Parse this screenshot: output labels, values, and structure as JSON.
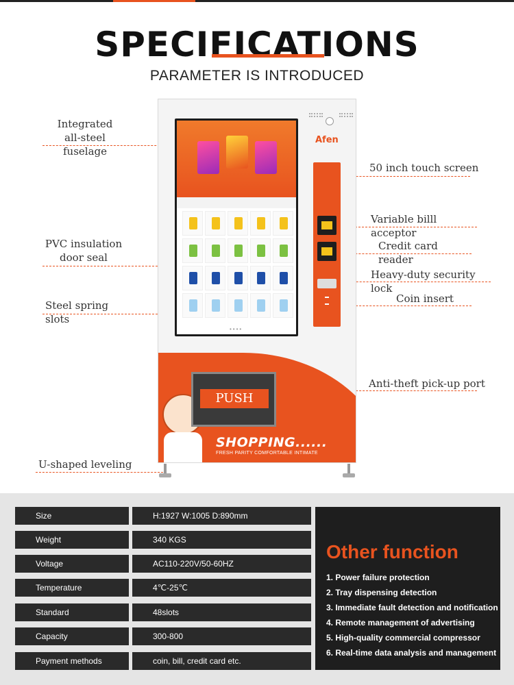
{
  "header": {
    "title": "SPECIFICATIONS",
    "subtitle": "PARAMETER IS INTRODUCED"
  },
  "machine": {
    "brand": "Afen",
    "push_label": "PUSH",
    "shopping_label": "SHOPPING......",
    "tagline": "FRESH PARITY  COMFORTABLE  INTIMATE"
  },
  "left_labels": [
    "Integrated\nall-steel fuselage",
    "PVC insulation\ndoor seal",
    "Steel spring slots",
    "U-shaped leveling"
  ],
  "right_labels": [
    "50 inch touch screen",
    "Variable billl acceptor",
    "Credit card reader",
    "Heavy-duty security lock",
    "Coin insert",
    "Anti-theft pick-up port"
  ],
  "specs": [
    {
      "key": "Size",
      "value": "H:1927 W:1005 D:890mm"
    },
    {
      "key": "Weight",
      "value": "340 KGS"
    },
    {
      "key": "Voltage",
      "value": "AC110-220V/50-60HZ"
    },
    {
      "key": "Temperature",
      "value": "4℃-25℃"
    },
    {
      "key": "Standard",
      "value": "48slots"
    },
    {
      "key": "Capacity",
      "value": "300-800"
    },
    {
      "key": "Payment methods",
      "value": "coin,  bill, credit card etc."
    }
  ],
  "other_function": {
    "title": "Other function",
    "items": [
      "1. Power failure protection",
      "2. Tray dispensing detection",
      "3. Immediate fault detection and notification",
      "4. Remote management of advertising",
      "5. High-quality commercial compressor",
      "6. Real-time data analysis and management"
    ]
  },
  "colors": {
    "accent": "#e8531f",
    "dark": "#2a2a2a",
    "panel_bg": "#e5e5e5"
  }
}
